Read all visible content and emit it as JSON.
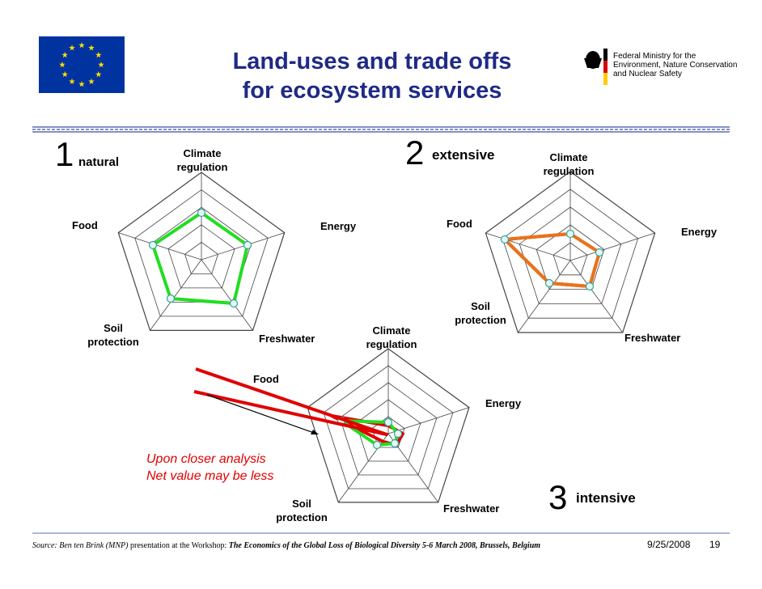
{
  "title_line1": "Land-uses and trade offs",
  "title_line2": "for ecosystem services",
  "eu_flag_icon": "eu-flag",
  "ministry_logo": {
    "icon": "german-eagle",
    "line1": "Federal Ministry for the",
    "line2": "Environment, Nature Conservation",
    "line3": "and Nuclear Safety"
  },
  "colors": {
    "title": "#1f2a86",
    "green": "#22dd22",
    "orange": "#e8731a",
    "red": "#e00000",
    "divider_blue": "#5b6fb0"
  },
  "scenario1": {
    "number": "1",
    "name": "natural",
    "labels": {
      "climate_1": "Climate",
      "climate_2": "regulation",
      "energy": "Energy",
      "freshwater": "Freshwater",
      "soil_1": "Soil",
      "soil_2": "protection",
      "food": "Food"
    }
  },
  "scenario2": {
    "number": "2",
    "name": "extensive",
    "labels": {
      "climate_1": "Climate",
      "climate_2": "regulation",
      "energy": "Energy",
      "freshwater": "Freshwater",
      "soil_1": "Soil",
      "soil_2": "protection",
      "food": "Food"
    }
  },
  "scenario3": {
    "number": "3",
    "name": "intensive",
    "labels": {
      "climate_1": "Climate",
      "climate_2": "regulation",
      "energy": "Energy",
      "freshwater": "Freshwater",
      "soil_1": "Soil",
      "soil_2": "protection",
      "food": "Food"
    }
  },
  "note_line1": "Upon closer analysis",
  "note_line2": "Net value may be less",
  "footer": {
    "source_label": "Source:  Ben ten Brink (MNP) ",
    "mid": " presentation at the Workshop: ",
    "event": "The Economics of the Global Loss of Biological Diversity 5-6 March 2008, Brussels, Belgium"
  },
  "date": "9/25/2008",
  "page_number": "19"
}
